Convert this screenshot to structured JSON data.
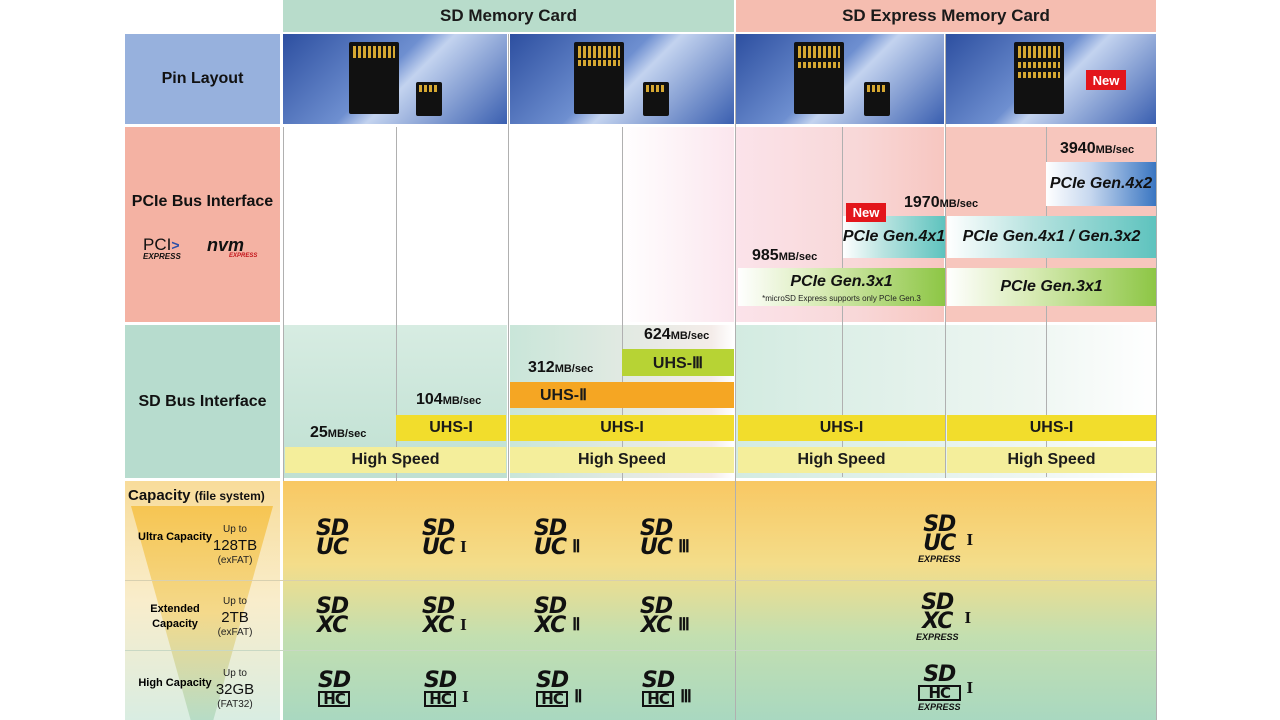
{
  "headers": {
    "sd_memory_card": "SD Memory Card",
    "sd_express_card": "SD Express Memory Card"
  },
  "rows": {
    "pin_layout": "Pin Layout",
    "pcie_bus": "PCIe Bus Interface",
    "sd_bus": "SD Bus Interface",
    "capacity": "Capacity",
    "capacity_sub": "(file system)"
  },
  "pcie_logos": {
    "pci": "PCI",
    "express": "EXPRESS",
    "nvm": "nvm",
    "nvm_sub": "EXPRESS"
  },
  "badges": {
    "new": "New"
  },
  "sd_speeds": {
    "s25": "25",
    "s104": "104",
    "s312": "312",
    "s624": "624",
    "unit": "MB/sec"
  },
  "pcie_speeds": {
    "s985": "985",
    "s1970": "1970",
    "s3940": "3940",
    "unit": "MB/sec"
  },
  "bars": {
    "high_speed": "High Speed",
    "uhs1": "UHS-I",
    "uhs2": "UHS-Ⅱ",
    "uhs3": "UHS-Ⅲ",
    "pcie_gen3x1": "PCIe Gen.3x1",
    "pcie_gen3x1_note": "*microSD Express supports only PCIe Gen.3",
    "pcie_gen4x1": "PCIe Gen.4x1",
    "pcie_gen4x1_gen3x2": "PCIe Gen.4x1 / Gen.3x2",
    "pcie_gen4x2": "PCIe Gen.4x2"
  },
  "capacity_rows": [
    {
      "label": "Ultra Capacity",
      "up_to": "Up to",
      "size": "128TB",
      "fs": "(exFAT)",
      "cls": "UC"
    },
    {
      "label": "Extended Capacity",
      "up_to": "Up to",
      "size": "2TB",
      "fs": "(exFAT)",
      "cls": "XC"
    },
    {
      "label": "High Capacity",
      "up_to": "Up to",
      "size": "32GB",
      "fs": "(FAT32)",
      "cls": "HC"
    }
  ],
  "logo_text": {
    "sd": "SD",
    "uc": "UC",
    "xc": "XC",
    "hc": "HC",
    "roman1": "I",
    "roman2": "Ⅱ",
    "roman3": "Ⅲ",
    "express": "EXPRESS"
  },
  "colors": {
    "sd_header": "#b8dccb",
    "express_header": "#f5bdb0",
    "pin_label": "#97b1dd",
    "pcie_label": "#f4b2a3",
    "sd_label": "#b7dcce",
    "high_speed": "#f4ee9b",
    "uhs1": "#f2dd2c",
    "uhs2": "#f5a623",
    "uhs3": "#b7d334",
    "gen4x1": "#5ec3be",
    "gen3x1": "#8dc645",
    "gen4x2": "#3a76c2",
    "new_badge": "#e3161b"
  }
}
